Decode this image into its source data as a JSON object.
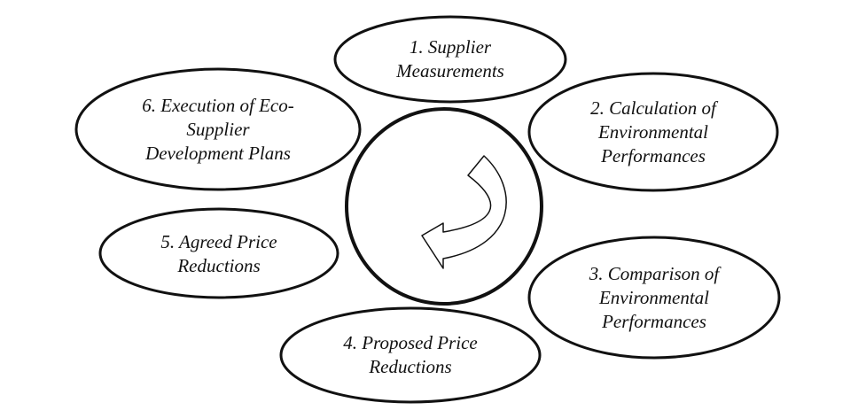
{
  "nodes": [
    {
      "id": "step-1",
      "lines": [
        "1. Supplier",
        "Measurements"
      ]
    },
    {
      "id": "step-2",
      "lines": [
        "2. Calculation of",
        "Environmental",
        "Performances"
      ]
    },
    {
      "id": "step-3",
      "lines": [
        "3. Comparison of",
        "Environmental",
        "Performances"
      ]
    },
    {
      "id": "step-4",
      "lines": [
        "4. Proposed Price",
        "Reductions"
      ]
    },
    {
      "id": "step-5",
      "lines": [
        "5. Agreed Price",
        "Reductions"
      ]
    },
    {
      "id": "step-6",
      "lines": [
        "6. Execution of Eco-",
        "Supplier",
        "Development Plans"
      ]
    }
  ],
  "center": {
    "icon": "curved-arrow-icon"
  },
  "colors": {
    "stroke": "#111111",
    "background": "#ffffff"
  }
}
